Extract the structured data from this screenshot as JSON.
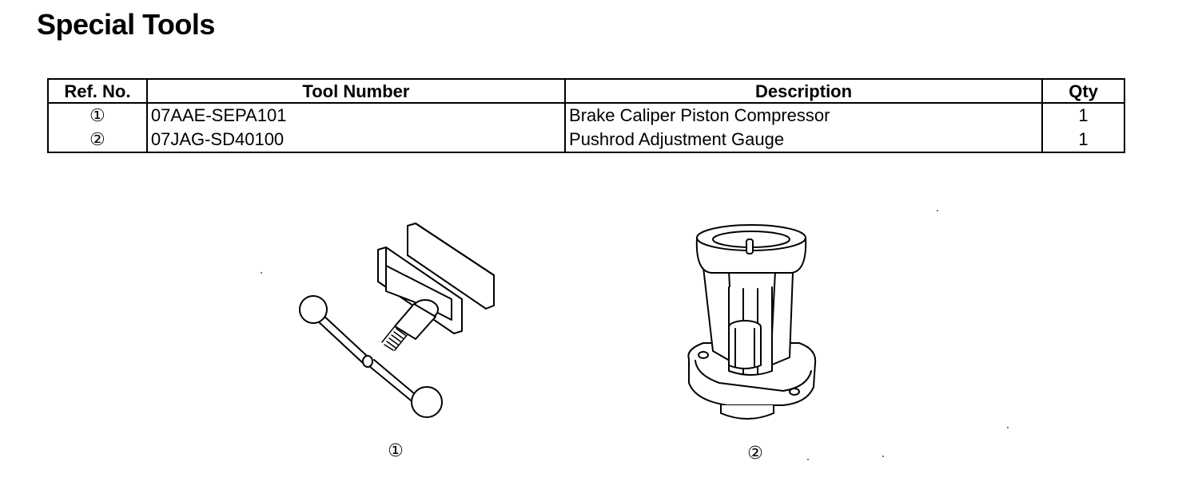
{
  "page": {
    "title": "Special Tools"
  },
  "table": {
    "headers": {
      "ref": "Ref. No.",
      "tool_number": "Tool Number",
      "description": "Description",
      "qty": "Qty"
    },
    "rows": [
      {
        "ref": "①",
        "tool_number": "07AAE-SEPA101",
        "description": "Brake Caliper Piston Compressor",
        "qty": "1"
      },
      {
        "ref": "②",
        "tool_number": "07JAG-SD40100",
        "description": "Pushrod Adjustment Gauge",
        "qty": "1"
      }
    ]
  },
  "figures": [
    {
      "caption": "①",
      "icon": "brake-caliper-piston-compressor-illustration"
    },
    {
      "caption": "②",
      "icon": "pushrod-adjustment-gauge-illustration"
    }
  ]
}
